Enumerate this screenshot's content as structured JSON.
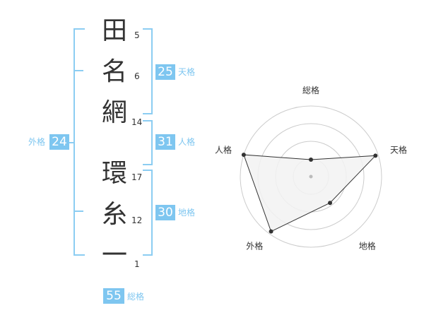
{
  "name": {
    "chars": [
      {
        "char": "田",
        "strokes": "5"
      },
      {
        "char": "名",
        "strokes": "6"
      },
      {
        "char": "網",
        "strokes": "14"
      },
      {
        "char": "環",
        "strokes": "17"
      },
      {
        "char": "糸",
        "strokes": "12"
      },
      {
        "char": "一",
        "strokes": "1"
      }
    ]
  },
  "kakusu": {
    "tenkaku": {
      "value": "25",
      "label": "天格"
    },
    "jinkaku": {
      "value": "31",
      "label": "人格"
    },
    "chikaku": {
      "value": "30",
      "label": "地格"
    },
    "gaikaku": {
      "value": "24",
      "label": "外格"
    },
    "soukaku": {
      "value": "55",
      "label": "総格"
    }
  },
  "chart_data": {
    "type": "radar",
    "axes": [
      "総格",
      "天格",
      "地格",
      "外格",
      "人格"
    ],
    "values": [
      0.24,
      0.96,
      0.46,
      0.96,
      1.0
    ],
    "range": [
      0,
      1
    ],
    "rings": 4,
    "colors": {
      "fill": "#f2f2f2",
      "stroke": "#333333",
      "grid": "#cccccc"
    }
  },
  "colors": {
    "accent": "#7ec6f0",
    "bracket": "#8ccdf2",
    "text": "#333333"
  }
}
